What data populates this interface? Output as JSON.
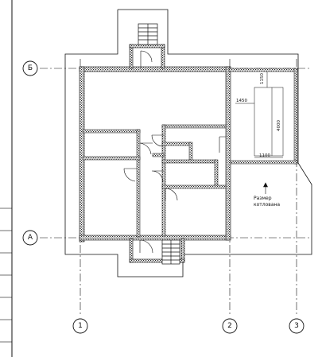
{
  "axes": {
    "rows": [
      {
        "id": "row-b",
        "label": "Б"
      },
      {
        "id": "row-a",
        "label": "А"
      }
    ],
    "columns": [
      {
        "id": "col-1",
        "label": "1"
      },
      {
        "id": "col-2",
        "label": "2"
      },
      {
        "id": "col-3",
        "label": "3"
      }
    ]
  },
  "dimensions": {
    "pit_top": "1150",
    "pit_left": "1450",
    "pit_length": "4000",
    "pit_bottom": "1100"
  },
  "annotation": {
    "line1": "Размер",
    "line2": "котлована"
  },
  "colors": {
    "line": "#111111",
    "wall_fill": "#ffffff"
  }
}
